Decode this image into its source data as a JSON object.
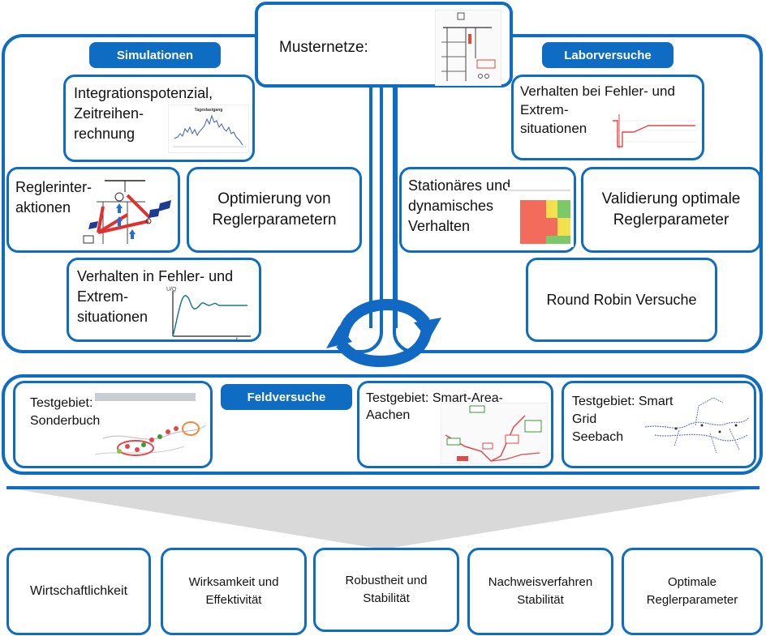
{
  "header": {
    "musternetze_label": "Musternetze:"
  },
  "simulation": {
    "title": "Simulationen",
    "integration_label": "Integrationspotenzial,\nZeitreihen-\nrechnung",
    "integration_chart_title": "Tageslastgang",
    "regler_interaktionen_label": "Reglerinter-\naktionen",
    "optimierung_label": "Optimierung von\nReglerparametern",
    "fehler_label": "Verhalten in Fehler- und\nExtrem-\nsituationen",
    "fehler_y_axis": "U/Q",
    "fehler_x_axis": "t"
  },
  "labor": {
    "title": "Laborversuche",
    "fehler_label": "Verhalten bei Fehler- und\nExtrem-\nsituationen",
    "stationaer_label": "Stationäres und\ndynamisches\nVerhalten",
    "validierung_label": "Validierung optimale\nReglerparameter",
    "round_robin_label": "Round Robin Versuche"
  },
  "feld": {
    "title": "Feldversuche",
    "sonderbuch_label": "Testgebiet:\nSonderbuch",
    "aachen_label": "Testgebiet: Smart-Area-\nAachen",
    "seebach_label": "Testgebiet: Smart\nGrid\nSeebach"
  },
  "outcomes": [
    {
      "label": "Wirtschaftlichkeit"
    },
    {
      "label": "Wirksamkeit und\nEffektivität"
    },
    {
      "label": "Robustheit und\nStabilität"
    },
    {
      "label": "Nachweisverfahren\nStabilität"
    },
    {
      "label": "Optimale\nReglerparameter"
    }
  ],
  "colors": {
    "accent": "#0e6cc2",
    "arrow_fill": "#d9d9d9",
    "risk_red": "#f26b5b",
    "risk_yellow": "#f2e04f",
    "risk_green": "#7cc96a"
  },
  "icons": [
    "cycle-arrows-icon",
    "network-diagram-icon",
    "line-chart-icon",
    "step-response-icon",
    "map-icon"
  ]
}
